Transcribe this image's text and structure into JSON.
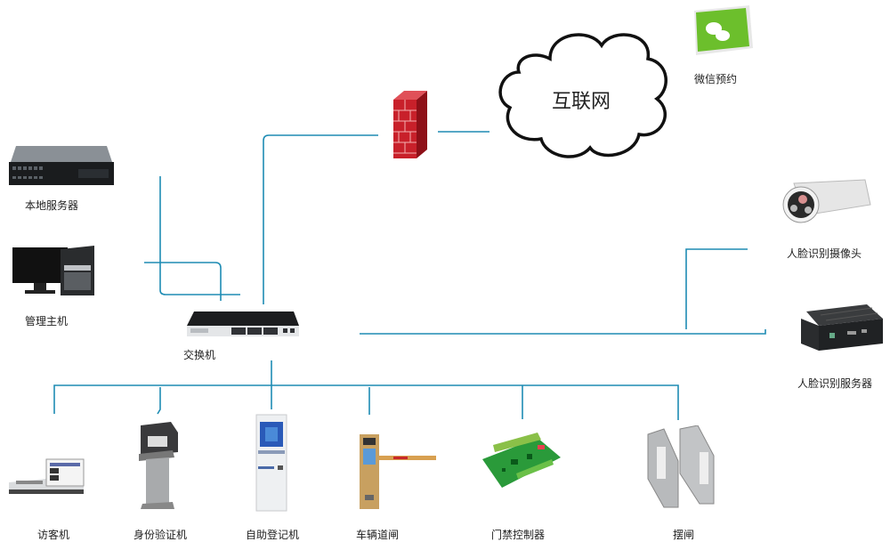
{
  "diagram": {
    "title": "",
    "line_color": "#1e8cb4",
    "internet": {
      "label": "互联网",
      "icon": "cloud-icon"
    },
    "firewall": {
      "icon": "firewall-icon"
    },
    "wechat": {
      "label": "微信预约",
      "icon": "wechat-phone-icon"
    },
    "local_server": {
      "label": "本地服务器",
      "icon": "rack-server-icon"
    },
    "management_host": {
      "label": "管理主机",
      "icon": "desktop-computer-icon"
    },
    "switch": {
      "label": "交换机",
      "icon": "network-switch-icon"
    },
    "face_camera": {
      "label": "人脸识别摄像头",
      "icon": "camera-icon"
    },
    "face_server": {
      "label": "人脸识别服务器",
      "icon": "box-server-icon"
    },
    "terminals": [
      {
        "label": "访客机",
        "icon": "visitor-terminal-icon"
      },
      {
        "label": "身份验证机",
        "icon": "id-verify-kiosk-icon"
      },
      {
        "label": "自助登记机",
        "icon": "self-register-kiosk-icon"
      },
      {
        "label": "车辆道闸",
        "icon": "barrier-gate-icon"
      },
      {
        "label": "门禁控制器",
        "icon": "access-controller-board-icon"
      },
      {
        "label": "摆闸",
        "icon": "swing-gate-icon"
      }
    ]
  }
}
